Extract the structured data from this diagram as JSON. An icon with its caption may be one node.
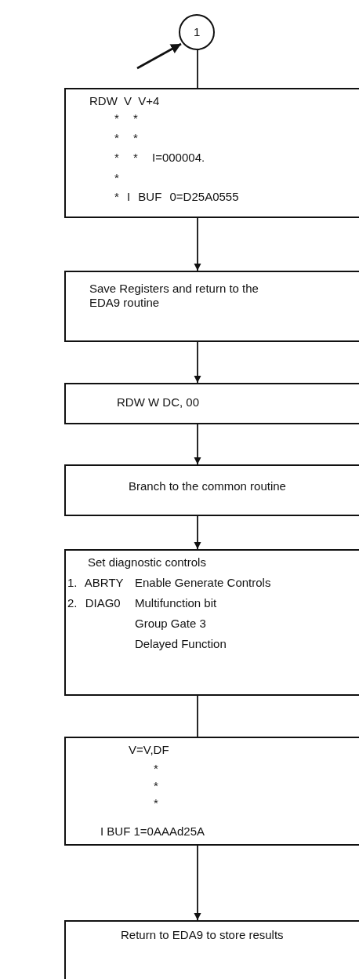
{
  "diagram": {
    "nodes": [
      {
        "text": [
          "1"
        ]
      },
      {
        "text": [
          "RDW V V+4",
          "* *",
          "* *",
          "* * I=000004.",
          "*",
          "* I BUF 0=D25A0555"
        ]
      },
      {
        "text": [
          "Save Registers and return to the EDA9 routine"
        ]
      },
      {
        "text": [
          "RDW W DC, 00"
        ]
      },
      {
        "text": [
          "Branch to the common routine"
        ]
      },
      {
        "text": [
          "Set diagnostic controls",
          "1. ABRTY",
          "Enable Generate Controls",
          "2. DIAG0",
          "Multifunction bit",
          "Group Gate 3",
          "Delayed Function"
        ]
      },
      {
        "text": [
          "V=V,DF",
          "*",
          "*",
          "*",
          "I BUF 1=0AAAd25A"
        ]
      },
      {
        "text": [
          "Return to EDA9 to store results"
        ]
      }
    ],
    "edges": [
      {
        "from": null,
        "to": 0,
        "arrow": "to"
      },
      {
        "from": 0,
        "to": 1,
        "arrow": "none"
      },
      {
        "from": 1,
        "to": 2,
        "arrow": "to"
      },
      {
        "from": 2,
        "to": 3,
        "arrow": "to"
      },
      {
        "from": 3,
        "to": 4,
        "arrow": "to"
      },
      {
        "from": 4,
        "to": 5,
        "arrow": "to"
      },
      {
        "from": 5,
        "to": 6,
        "arrow": "none"
      },
      {
        "from": 6,
        "to": 7,
        "arrow": "to"
      }
    ]
  }
}
